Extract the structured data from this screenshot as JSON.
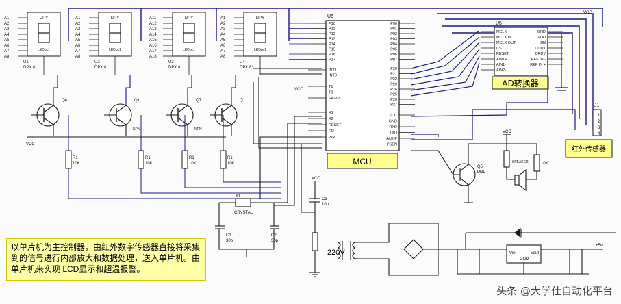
{
  "displays": [
    {
      "name": "DPY",
      "ref": "U1",
      "sub": "DPY 8°",
      "pins": [
        "A1",
        "A2",
        "A3",
        "A4",
        "A5",
        "A6",
        "A7",
        "A8"
      ],
      "pkg": "LEDpc1"
    },
    {
      "name": "DPY",
      "ref": "U2",
      "sub": "DPY 8°",
      "pins": [
        "A1",
        "A2",
        "A3",
        "A4",
        "A5",
        "A6",
        "A7",
        "A8"
      ],
      "pkg": "LEDpc1"
    },
    {
      "name": "DPY",
      "ref": "U3",
      "sub": "DPY 8°",
      "pins": [
        "A11",
        "A12",
        "A13",
        "A14",
        "A15",
        "A16",
        "A17",
        "A18"
      ],
      "pkg": "LEDpc1"
    },
    {
      "name": "DPY",
      "ref": "U4",
      "sub": "DPY 8°",
      "pins": [
        "A1",
        "A2",
        "A3",
        "A4",
        "A5",
        "A6",
        "A7",
        "A8"
      ],
      "pkg": "LEDpc1"
    }
  ],
  "transistors": [
    {
      "ref": "Q4",
      "tag": ""
    },
    {
      "ref": "Q1",
      "tag": "NPN"
    },
    {
      "ref": "Q7",
      "tag": "NPN"
    },
    {
      "ref": "Q1",
      "tag": ""
    }
  ],
  "resistors": [
    {
      "ref": "R1",
      "val": "10K"
    },
    {
      "ref": "R1",
      "val": "10K"
    },
    {
      "ref": "R1",
      "val": "10K"
    },
    {
      "ref": "R1",
      "val": "10K"
    }
  ],
  "mcu": {
    "ref": "U6",
    "label": "MCU",
    "left_pins": [
      "P10",
      "P11",
      "P12",
      "P13",
      "P14",
      "P15",
      "P16",
      "P17",
      "INT1",
      "INT0",
      "T1",
      "T0",
      "EA/VP",
      "X1",
      "X2",
      "RESET",
      "RD",
      "WR"
    ],
    "right_pins": [
      "P00",
      "P01",
      "P02",
      "P03",
      "P04",
      "P05",
      "P06",
      "P07",
      "P20",
      "P21",
      "P22",
      "P23",
      "P24",
      "P25",
      "P26",
      "P27",
      "VCC",
      "GND",
      "RXD",
      "TXD",
      "ALE P",
      "PSEN"
    ]
  },
  "adc": {
    "ref": "U5",
    "label": "AD转换器",
    "left_pins": [
      "MCLK",
      "MCLK IN",
      "MCLK OUT",
      "CS",
      "RESET",
      "AIN1+",
      "AIN1-",
      "AIN2-"
    ],
    "right_pins": [
      "GND",
      "VDD",
      "DIN",
      "DOUT",
      "DRDY",
      "REF IN -",
      "REF IN +"
    ]
  },
  "sensor": {
    "ref": "J1",
    "label": "红外传感器",
    "pins": [
      "1",
      "2",
      "3",
      "4"
    ]
  },
  "power": {
    "vac": "220V",
    "regulator": [
      "Vin",
      "GND",
      "Vout"
    ],
    "out": "+5v"
  },
  "labels": {
    "vcc": "VCC",
    "crystal": "CRYSTAL",
    "y": "Y1",
    "c1": "C1",
    "c2": "C2",
    "c3": "C3",
    "c1v": "30p",
    "c2v": "30p",
    "c3v": "10u",
    "q5": "Q5",
    "q5t": "PNP",
    "speaker": "SPEAKER",
    "r10k": "10K"
  },
  "caption": "以单片机为主控制器，由红外数字传感器直接将采集到的信号进行内部放大和数据处理，送入单片机。由单片机来实现 LCD显示和超温报警。",
  "watermark": "头条 @大学仕自动化平台"
}
